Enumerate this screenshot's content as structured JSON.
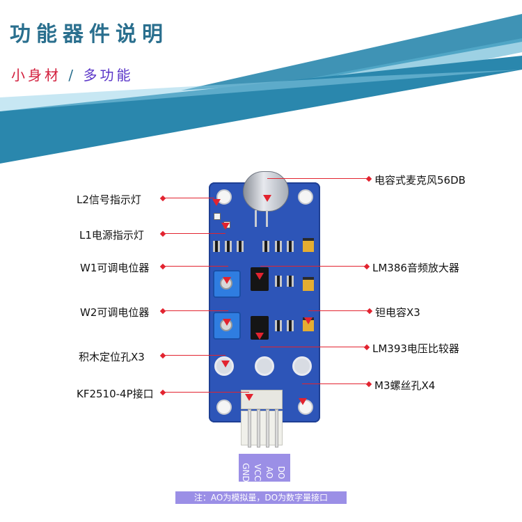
{
  "header": {
    "title": "功能器件说明",
    "subtitle_part1": "小身材",
    "subtitle_sep": "/",
    "subtitle_part2": "多功能"
  },
  "labels_left": [
    {
      "id": "l2",
      "text": "L2信号指示灯"
    },
    {
      "id": "l1",
      "text": "L1电源指示灯"
    },
    {
      "id": "w1",
      "text": "W1可调电位器"
    },
    {
      "id": "w2",
      "text": "W2可调电位器"
    },
    {
      "id": "holes",
      "text": "积木定位孔X3"
    },
    {
      "id": "connector",
      "text": "KF2510-4P接口"
    }
  ],
  "labels_right": [
    {
      "id": "mic",
      "text": "电容式麦克风56DB"
    },
    {
      "id": "lm386",
      "text": "LM386音频放大器"
    },
    {
      "id": "tantalum",
      "text": "钽电容X3"
    },
    {
      "id": "lm393",
      "text": "LM393电压比较器"
    },
    {
      "id": "screw",
      "text": "M3螺丝孔X4"
    }
  ],
  "pins": [
    "GND",
    "VCC",
    "AO",
    "DO"
  ],
  "note": "注：AO为模拟量，DO为数字量接口",
  "colors": {
    "accent_red": "#e2232f",
    "banner_teal": "#2a87ad",
    "board_blue": "#2d55b8",
    "pin_label_bg": "#9b8fe6"
  }
}
